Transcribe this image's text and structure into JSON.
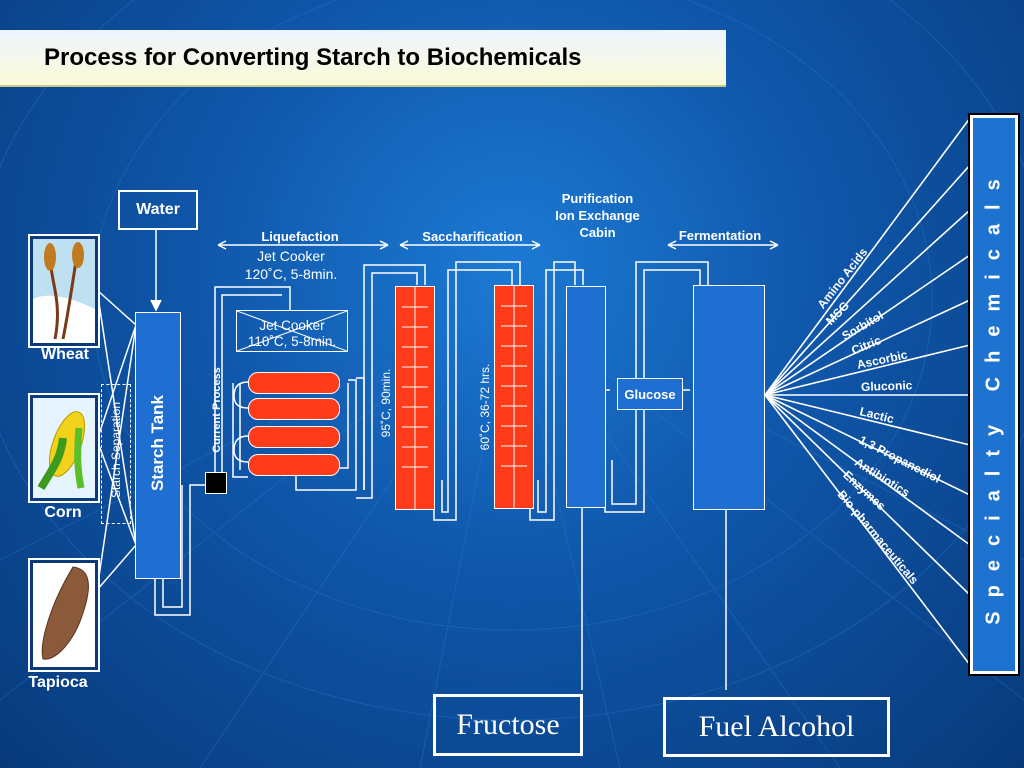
{
  "title": "Process for Converting Starch to Biochemicals",
  "sources": [
    {
      "label": "Wheat"
    },
    {
      "label": "Corn"
    },
    {
      "label": "Tapioca"
    }
  ],
  "starch_separation": "Starch Separation",
  "starch_tank": "Starch  Tank",
  "water": "Water",
  "current_process": "Current Process",
  "stages": {
    "liquefaction": "Liquefaction",
    "saccharification": "Saccharification",
    "purification": "Purification\nIon Exchange\nCabin",
    "fermentation": "Fermentation"
  },
  "jet_cooker_1": {
    "name": "Jet Cooker",
    "conditions": "120˚C, 5-8min."
  },
  "jet_cooker_2": {
    "name": "Jet Cooker",
    "conditions": "110˚C, 5-8min."
  },
  "conditions_liq": "95˚C, 90min.",
  "conditions_sacch": "60˚C, 36-72 hrs.",
  "glucose": "Glucose",
  "products": [
    "Amino Acids",
    "MSG",
    "Sorbitol",
    "Citric",
    "Ascorbic",
    "Gluconic",
    "Lactic",
    "1,3 Propanediol",
    "Antibiotics",
    "Enzymes",
    "Bio-pharmaceuticals"
  ],
  "specialty_chemicals": "Specialty Chemicals",
  "outputs": {
    "fructose": "Fructose",
    "fuel_alcohol": "Fuel Alcohol"
  },
  "colors": {
    "background": "#0f55a8",
    "tank_blue": "#1e6fd1",
    "reactor_red": "#ff3b1a",
    "title_bg": "#fbfbd8"
  }
}
